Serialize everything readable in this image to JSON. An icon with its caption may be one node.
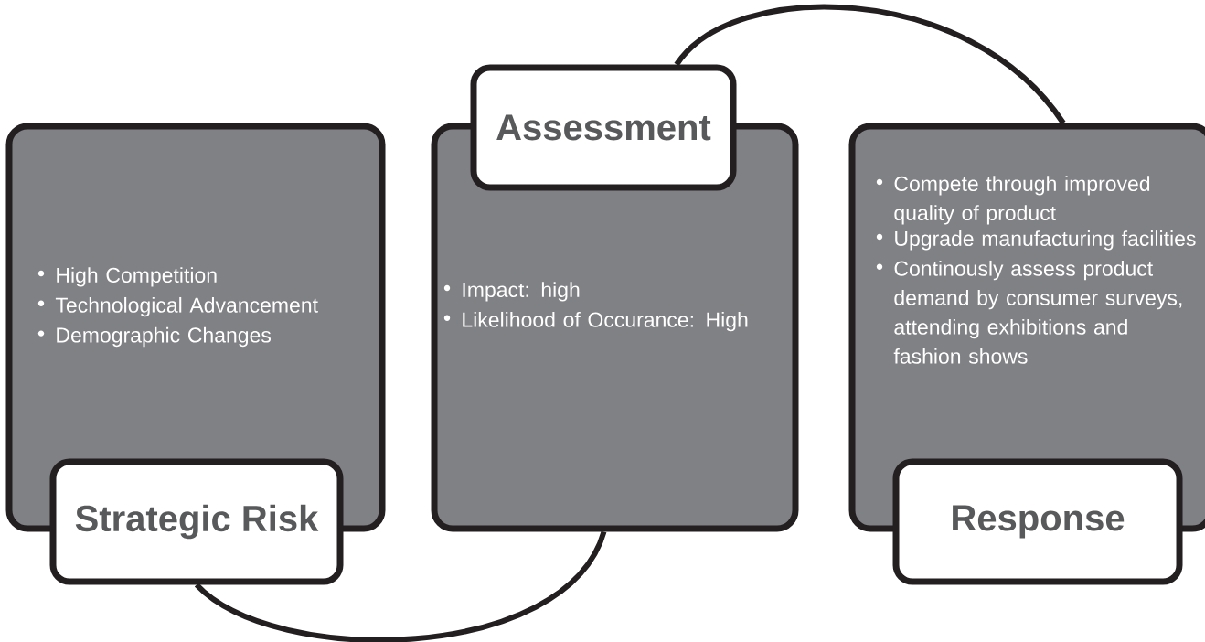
{
  "diagram": {
    "nodes": [
      {
        "text": [
          "High Competition",
          "Technological Advancement",
          "Demographic Changes"
        ]
      },
      {
        "text": [
          "Strategic Risk"
        ]
      },
      {
        "text": [
          "Impact: high",
          "Likelihood of Occurance: High"
        ]
      },
      {
        "text": [
          "Assessment"
        ]
      },
      {
        "text": [
          "Compete through improved quality of product",
          "Upgrade manufacturing facilities",
          "Continously assess product demand by consumer surveys, attending exhibitions and fashion shows"
        ]
      },
      {
        "text": [
          "Response"
        ]
      }
    ],
    "edges": [
      {
        "from": 1,
        "to": 2,
        "arrow": "none"
      },
      {
        "from": 3,
        "to": 4,
        "arrow": "none"
      }
    ]
  }
}
